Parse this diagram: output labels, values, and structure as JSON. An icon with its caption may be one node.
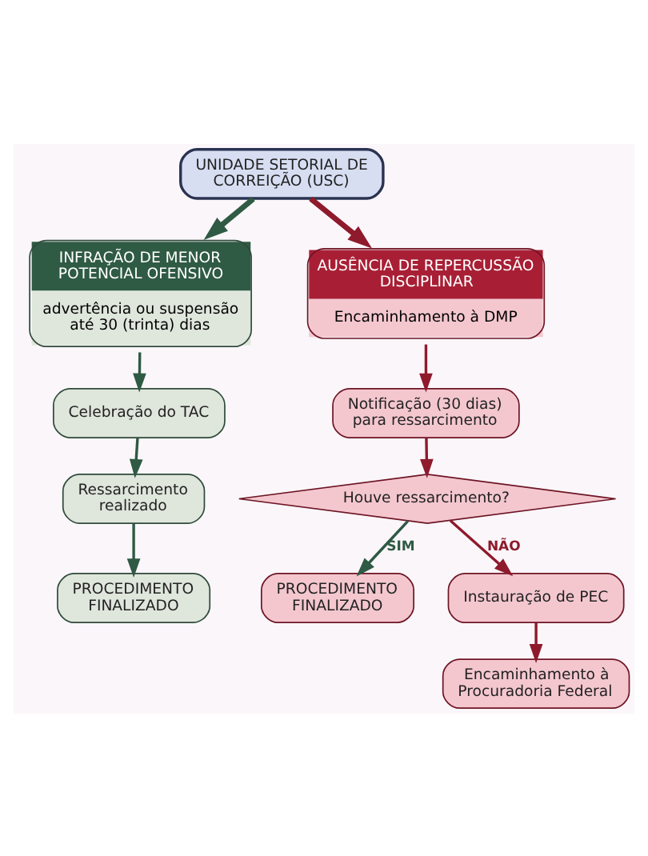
{
  "diagram": {
    "nodes": [
      {
        "text": [
          "UNIDADE SETORIAL DE CORREIÇÃO (USC)"
        ]
      },
      {
        "text": [
          "INFRAÇÃO DE MENOR POTENCIAL OFENSIVO",
          "advertência ou suspensão até 30 (trinta) dias"
        ]
      },
      {
        "text": [
          "AUSÊNCIA DE REPERCUSSÃO DISCIPLINAR",
          "Encaminhamento à DMP"
        ]
      },
      {
        "text": [
          "Celebração do TAC"
        ]
      },
      {
        "text": [
          "Notificação (30 dias) para ressarcimento"
        ]
      },
      {
        "text": [
          "Ressarcimento realizado"
        ]
      },
      {
        "text": [
          "Houve ressarcimento?"
        ]
      },
      {
        "text": [
          "PROCEDIMENTO FINALIZADO"
        ]
      },
      {
        "text": [
          "PROCEDIMENTO FINALIZADO"
        ]
      },
      {
        "text": [
          "Instauração de PEC"
        ]
      },
      {
        "text": [
          "Encaminhamento à Procuradoria Federal"
        ]
      }
    ],
    "edges": [
      {
        "from": 0,
        "to": 1,
        "arrow": "to",
        "style": "thick",
        "color": "#2f5a44"
      },
      {
        "from": 0,
        "to": 2,
        "arrow": "to",
        "style": "thick",
        "color": "#8e1a2c"
      },
      {
        "from": 1,
        "to": 3,
        "arrow": "to",
        "color": "#2f5a44"
      },
      {
        "from": 2,
        "to": 4,
        "arrow": "to",
        "color": "#8e1a2c"
      },
      {
        "from": 3,
        "to": 5,
        "arrow": "to",
        "color": "#2f5a44"
      },
      {
        "from": 4,
        "to": 6,
        "arrow": "to",
        "color": "#8e1a2c"
      },
      {
        "from": 5,
        "to": 7,
        "arrow": "to",
        "color": "#2f5a44"
      },
      {
        "from": 6,
        "to": 8,
        "label": "SIM",
        "arrow": "to",
        "color": "#2f5a44"
      },
      {
        "from": 6,
        "to": 9,
        "label": "NÃO",
        "arrow": "to",
        "color": "#8e1a2c"
      },
      {
        "from": 9,
        "to": 10,
        "arrow": "to",
        "color": "#8e1a2c"
      }
    ]
  }
}
